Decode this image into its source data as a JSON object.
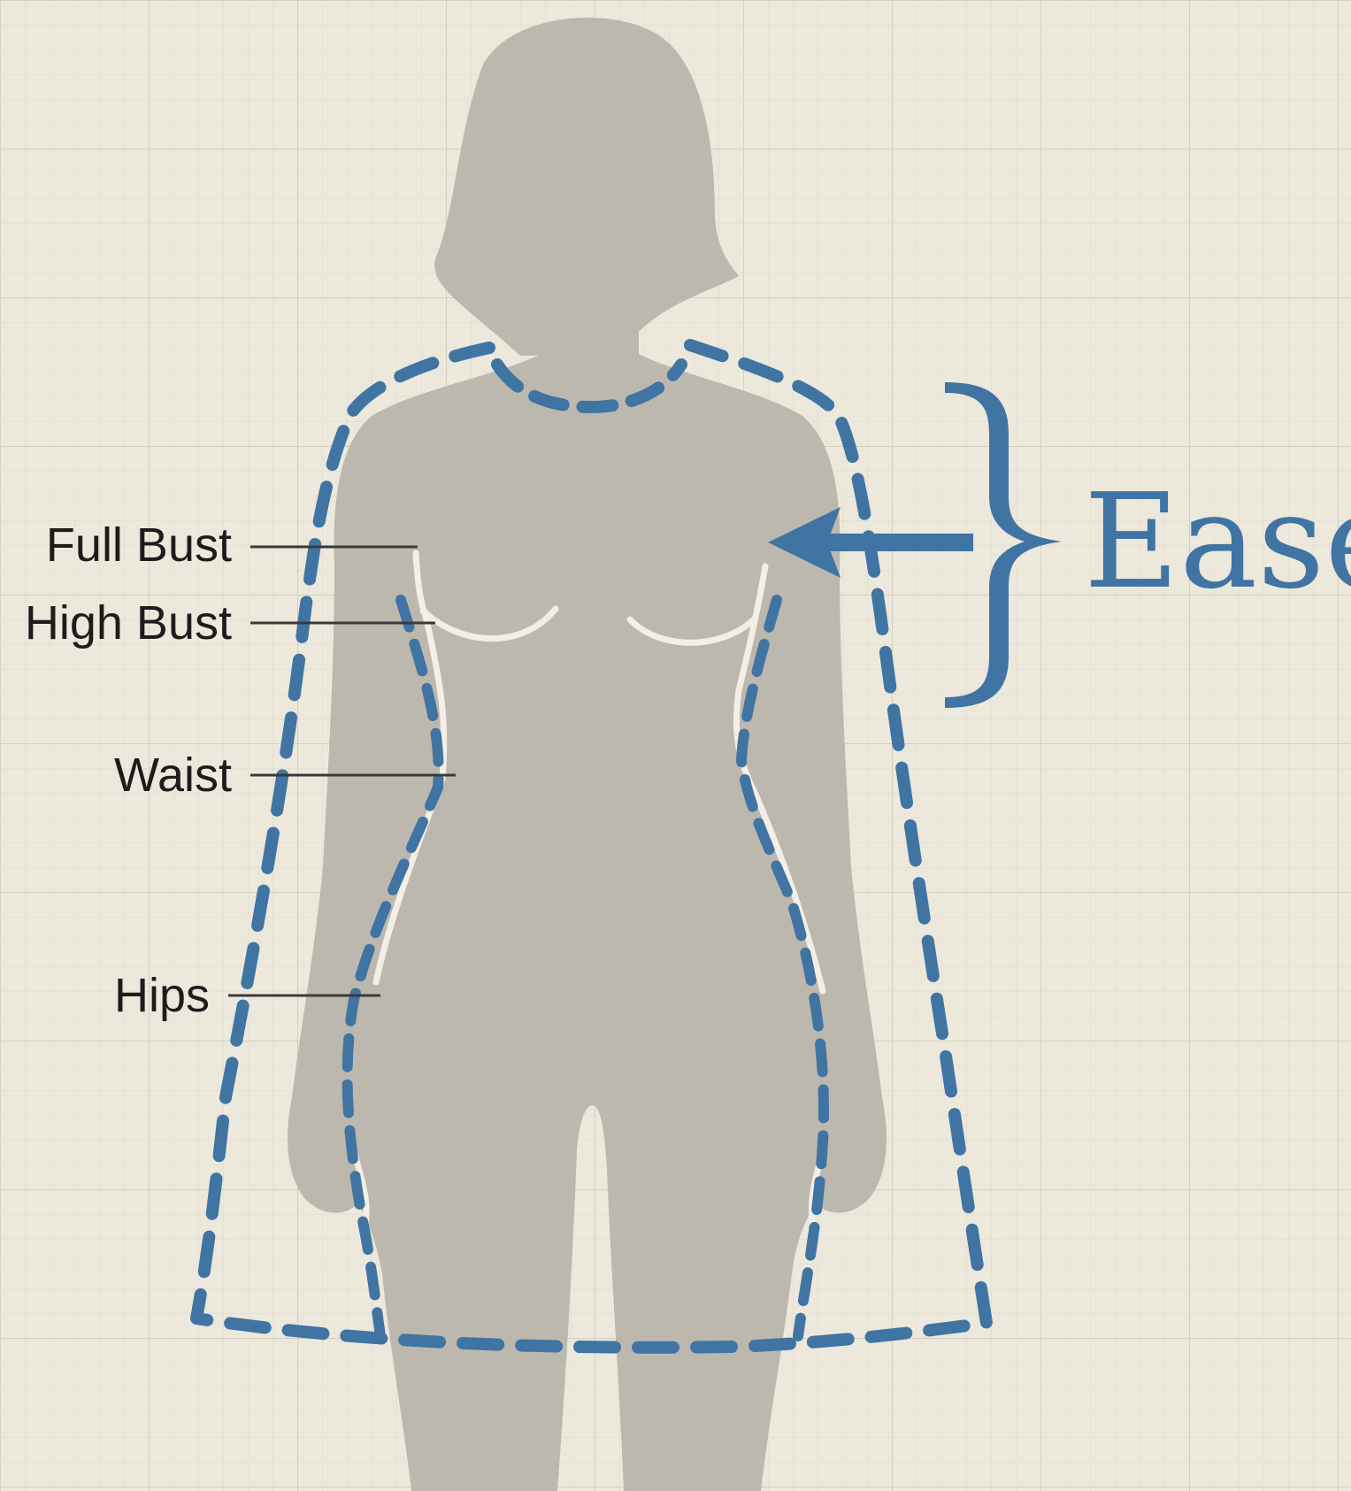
{
  "measurements": {
    "full_bust": "Full Bust",
    "high_bust": "High Bust",
    "waist": "Waist",
    "hips": "Hips"
  },
  "ease": {
    "label": "Ease"
  },
  "colors": {
    "background": "#ece8dc",
    "grid": "#d9d3c2",
    "silhouette": "#bdb8ae",
    "silhouette_edge": "#f3efe6",
    "accent": "#3f74a3",
    "leader": "#3a3a3a",
    "text": "#1c1c1c"
  },
  "icons": [
    "brace-icon",
    "arrow-left-icon"
  ]
}
